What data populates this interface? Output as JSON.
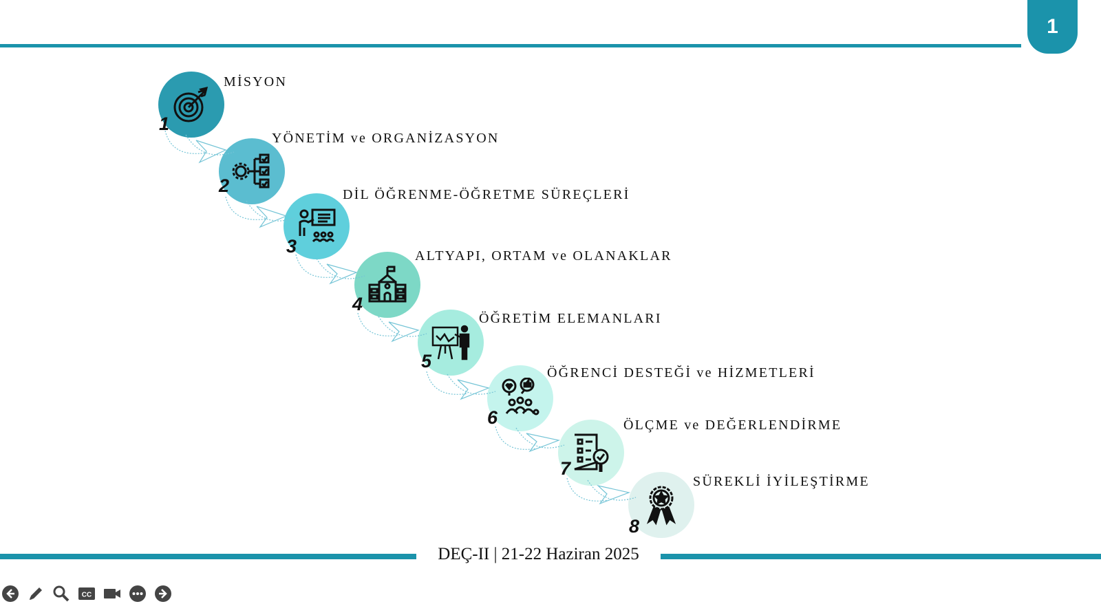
{
  "slide": {
    "number": "1",
    "footer": "DEÇ-II | 21-22 Haziran 2025"
  },
  "colors": {
    "accent": "#1b93ab"
  },
  "steps": [
    {
      "num": "1",
      "label": "MİSYON",
      "icon": "target-icon",
      "color": "#2b9bb0"
    },
    {
      "num": "2",
      "label": "YÖNETİM ve ORGANİZASYON",
      "icon": "gear-flowchart-icon",
      "color": "#5bbdd0"
    },
    {
      "num": "3",
      "label": "DİL ÖĞRENME-ÖĞRETME SÜREÇLERİ",
      "icon": "teacher-board-icon",
      "color": "#5fcfdc"
    },
    {
      "num": "4",
      "label": "ALTYAPI, ORTAM ve OLANAKLAR",
      "icon": "school-building-icon",
      "color": "#7dd8c6"
    },
    {
      "num": "5",
      "label": "ÖĞRETİM ELEMANLARI",
      "icon": "presenter-chart-icon",
      "color": "#a6ecdf"
    },
    {
      "num": "6",
      "label": "ÖĞRENCİ DESTEĞİ ve HİZMETLERİ",
      "icon": "student-support-icon",
      "color": "#c4f4ed"
    },
    {
      "num": "7",
      "label": "ÖLÇME ve DEĞERLENDİRME",
      "icon": "checklist-magnifier-icon",
      "color": "#cdf4ea"
    },
    {
      "num": "8",
      "label": "SÜREKLİ İYİLEŞTİRME",
      "icon": "award-ribbon-icon",
      "color": "#dff1ee"
    }
  ],
  "toolbar": [
    {
      "icon": "arrow-left-icon"
    },
    {
      "icon": "pen-icon"
    },
    {
      "icon": "search-icon"
    },
    {
      "icon": "closed-captions-icon"
    },
    {
      "icon": "video-camera-icon"
    },
    {
      "icon": "more-icon"
    },
    {
      "icon": "arrow-right-icon"
    }
  ]
}
